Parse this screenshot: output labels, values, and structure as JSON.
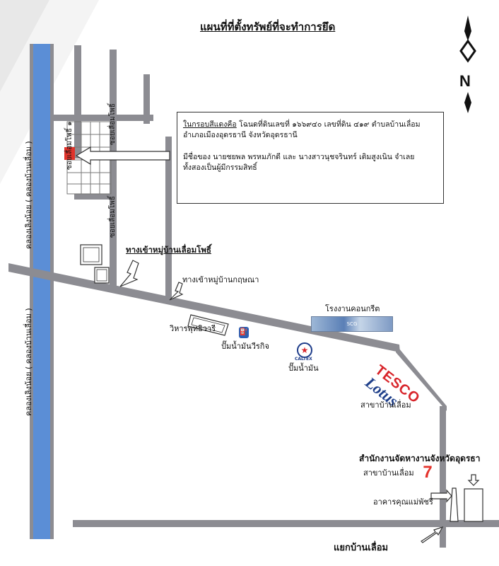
{
  "title": "แผนที่ที่ตั้งทรัพย์ที่จะทำการยึด",
  "compass": {
    "letter": "N",
    "icon": "north-arrow-icon"
  },
  "info_box": {
    "line1_prefix": "ในกรอบสีแดงคือ",
    "line1_rest": " โฉนดที่ดินเลขที่ ๑๖๖๙๔๐  เลขที่ดิน ๔๑๙ ตำบลบ้านเลื่อม",
    "line2": "อำเภอเมืองอุดรธานี  จังหวัดอุดรธานี",
    "line3": "มีชื่อของ  นายชยพล  พรหมภักดี และ นางสาวนุชจรินทร์  เติมสูงเนิน จำเลย",
    "line4": "ทั้งสองเป็นผู้มีกรรมสิทธิ์"
  },
  "streets": {
    "soi_1": "ซอยเลื่อมโพธิ์ ๑",
    "soi_top": "ซอยเลื่อมโพธิ์",
    "soi_bottom": "ซอยเลื่อมโพธิ์"
  },
  "canals": {
    "upper": "คลองเลิงน้อย ( คลองบ้านเลื่อม )",
    "lower": "คลองเลิงน้อย ( คลองบ้านเลื่อม )"
  },
  "places": {
    "village_entrance_1": "ทางเข้าหมู่บ้านเลื่อมโพธิ์",
    "village_entrance_2": "ทางเข้าหมู่บ้านกฤษณา",
    "concrete_plant": "โรงงานคอนกรีต",
    "concrete_plant_sign": "SCG",
    "temple": "วิหารพุทธิวารี",
    "gas_station_1": "ปั๊มน้ำมันวีรกิจ",
    "gas_station_2": "ปั๊มน้ำมัน",
    "caltex": "CALTEX",
    "tesco_1": "TESCO",
    "tesco_2": "Lotus",
    "tesco_branch": "สาขาบ้านเลื่อม",
    "office": "สำนักงานจัดหางานจังหวัดอุดรธา",
    "office_branch": "สาขาบ้านเลื่อม",
    "seven_eleven": "7",
    "building": "อาคารคุณแม่พัชรี",
    "intersection": "แยกบ้านเลื่อม"
  },
  "colors": {
    "road": "#8c8c92",
    "canal": "#5b8ed6",
    "target_plot": "#e0332b",
    "outline": "#333333"
  }
}
